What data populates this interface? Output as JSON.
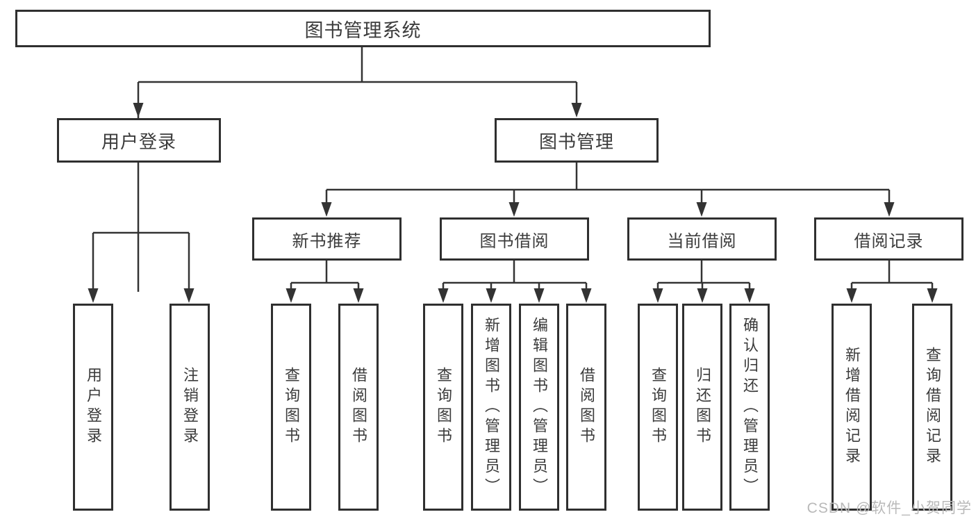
{
  "root": {
    "label": "图书管理系统"
  },
  "level2": [
    {
      "label": "用户登录"
    },
    {
      "label": "图书管理"
    }
  ],
  "level3": [
    {
      "label": "新书推荐"
    },
    {
      "label": "图书借阅"
    },
    {
      "label": "当前借阅"
    },
    {
      "label": "借阅记录"
    }
  ],
  "leaves": {
    "user_login": [
      {
        "label": "用户登录"
      },
      {
        "label": "注销登录"
      }
    ],
    "new_books": [
      {
        "label": "查询图书"
      },
      {
        "label": "借阅图书"
      }
    ],
    "book_borrow": [
      {
        "label": "查询图书"
      },
      {
        "label": "新增图书（管理员）"
      },
      {
        "label": "编辑图书（管理员）"
      },
      {
        "label": "借阅图书"
      }
    ],
    "current_borrow": [
      {
        "label": "查询图书"
      },
      {
        "label": "归还图书"
      },
      {
        "label": "确认归还（管理员）"
      }
    ],
    "borrow_records": [
      {
        "label": "新增借阅记录"
      },
      {
        "label": "查询借阅记录"
      }
    ]
  },
  "watermark": "CSDN @软件_小贺同学",
  "colors": {
    "line": "#333333",
    "box_border": "#2f2f2f",
    "box_fill": "#ffffff",
    "text": "#3b3b3b",
    "watermark": "#b9b9b9"
  }
}
